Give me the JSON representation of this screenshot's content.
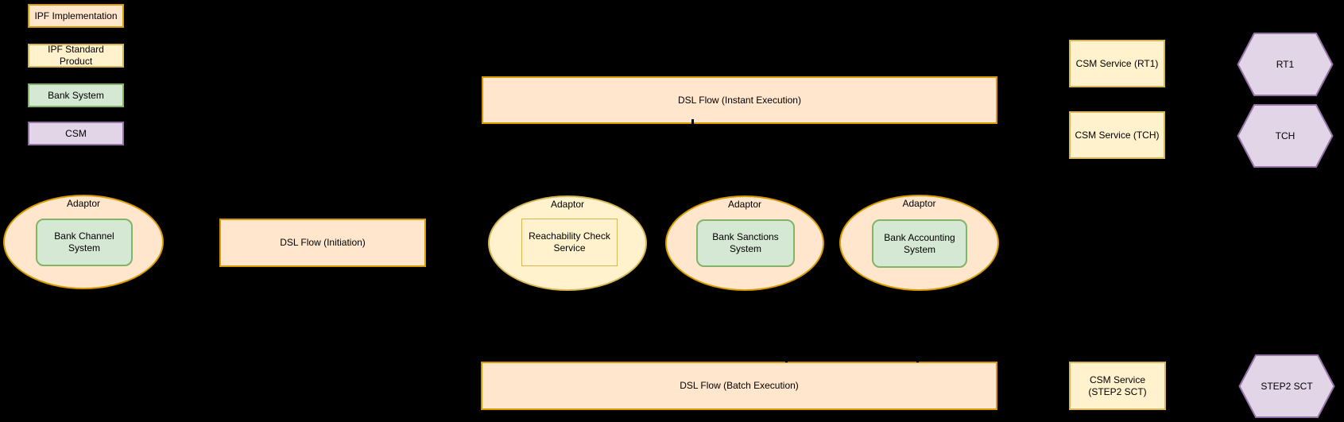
{
  "diagram": {
    "palette": {
      "background": "#000000",
      "text": "#000000",
      "ipf_implementation": {
        "fill": "#FFE6CC",
        "stroke": "#D79B00"
      },
      "ipf_standard_product": {
        "fill": "#FFF2CC",
        "stroke": "#D6B656"
      },
      "bank_system": {
        "fill": "#D5E8D4",
        "stroke": "#82B366"
      },
      "csm": {
        "fill": "#E1D5E7",
        "stroke": "#9673A6"
      }
    },
    "legend": [
      {
        "label": "IPF Implementation"
      },
      {
        "label": "IPF Standard Product"
      },
      {
        "label": "Bank System"
      },
      {
        "label": "CSM"
      }
    ],
    "flows": {
      "instant": {
        "label": "DSL Flow (Instant Execution)"
      },
      "initiation": {
        "label": "DSL Flow (Initiation)"
      },
      "batch": {
        "label": "DSL Flow (Batch Execution)"
      }
    },
    "adaptors": [
      {
        "label": "Adaptor",
        "system": "Bank Channel System"
      },
      {
        "label": "Adaptor",
        "system": "Reachability Check Service"
      },
      {
        "label": "Adaptor",
        "system": "Bank Sanctions System"
      },
      {
        "label": "Adaptor",
        "system": "Bank Accounting System"
      }
    ],
    "csm_services": [
      {
        "label": "CSM Service (RT1)"
      },
      {
        "label": "CSM Service (TCH)"
      },
      {
        "label": "CSM Service (STEP2 SCT)"
      }
    ],
    "schemes": [
      {
        "label": "RT1"
      },
      {
        "label": "TCH"
      },
      {
        "label": "STEP2 SCT"
      }
    ]
  }
}
